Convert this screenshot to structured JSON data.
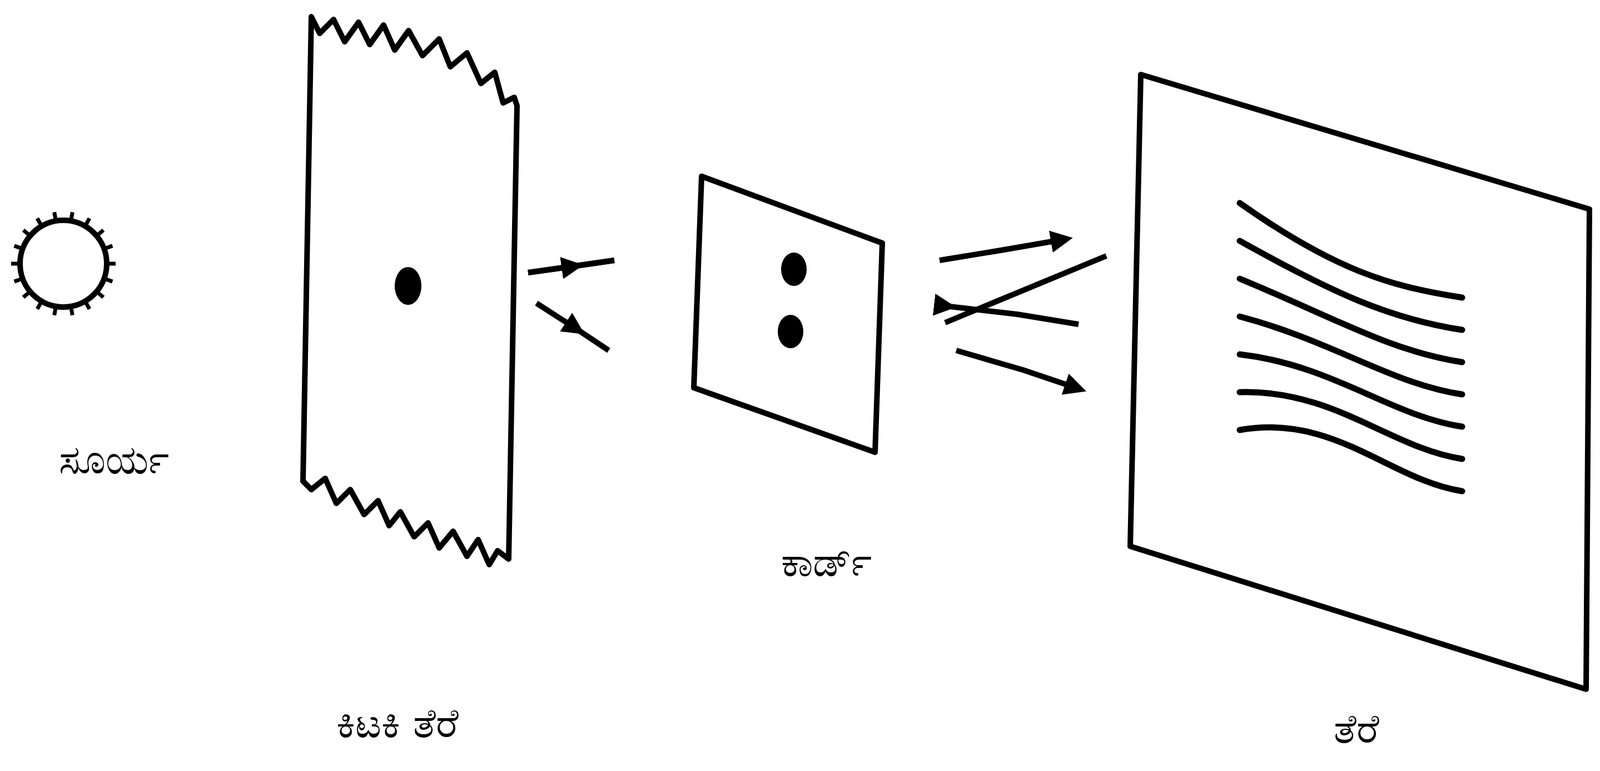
{
  "diagram": {
    "labels": [
      "ಸೂರ್ಯ",
      "ಕಿಟಕಿ ತೆರೆ",
      "ಕಾರ್ಡ್",
      "ತೆರೆ"
    ]
  }
}
